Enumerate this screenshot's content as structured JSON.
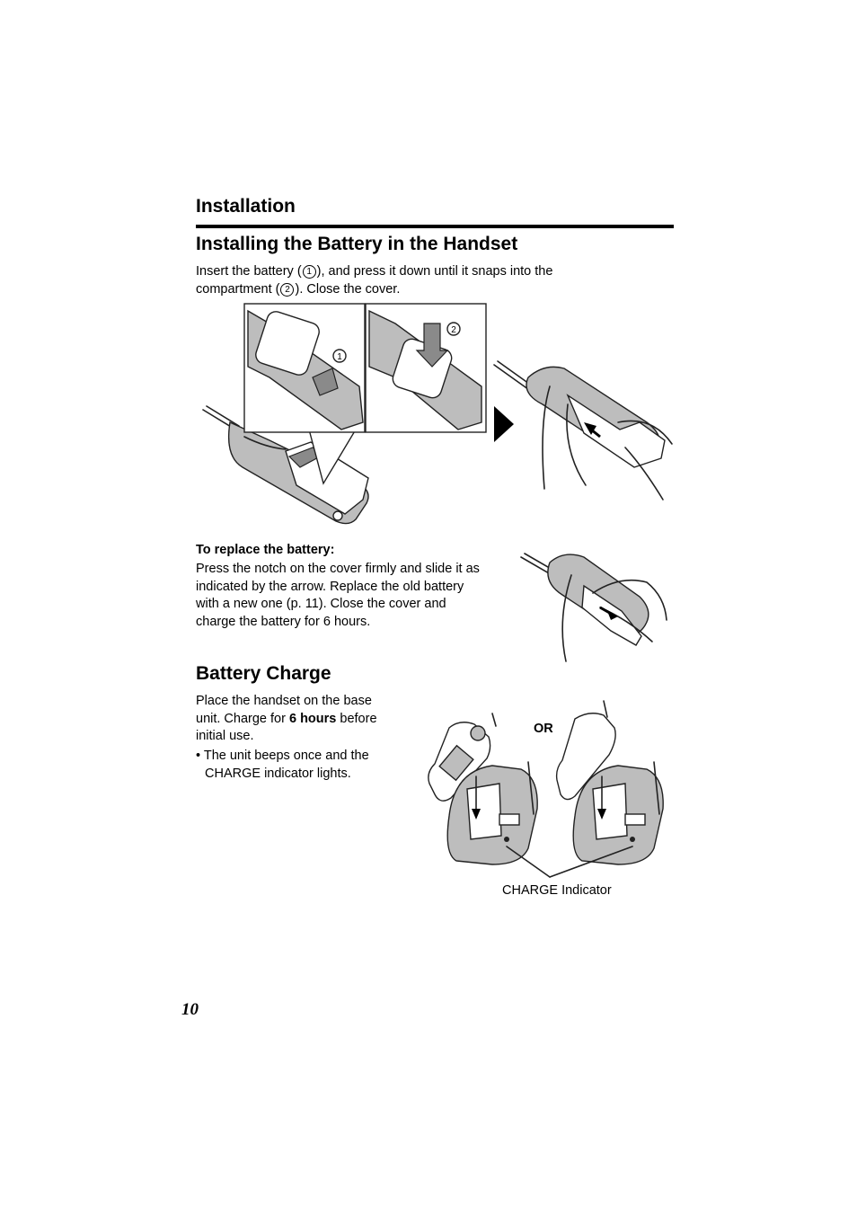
{
  "header": {
    "section_title": "Installation"
  },
  "battery_install": {
    "title": "Installing the Battery in the Handset",
    "line1_a": "Insert the battery (",
    "marker1": "1",
    "line1_b": "), and press it down until it snaps into the",
    "line2_a": "compartment (",
    "marker2": "2",
    "line2_b": "). Close the cover.",
    "figure_markers": [
      "1",
      "2"
    ]
  },
  "replace": {
    "title": "To replace the battery:",
    "lines": [
      "Press the notch on the cover firmly and slide it as",
      "indicated by the arrow. Replace the old battery",
      "with a new one (p. 11). Close the cover and",
      "charge the battery for 6 hours."
    ]
  },
  "charge": {
    "title": "Battery Charge",
    "line1": "Place the handset on the base",
    "line2_a": "unit. Charge for ",
    "line2_bold": "6 hours",
    "line2_b": " before",
    "line3": "initial use.",
    "bullet_line1": "• The unit beeps once and the",
    "bullet_line2": "CHARGE indicator lights.",
    "or_label": "OR",
    "indicator_caption": "CHARGE Indicator"
  },
  "footer": {
    "page_number": "10"
  }
}
